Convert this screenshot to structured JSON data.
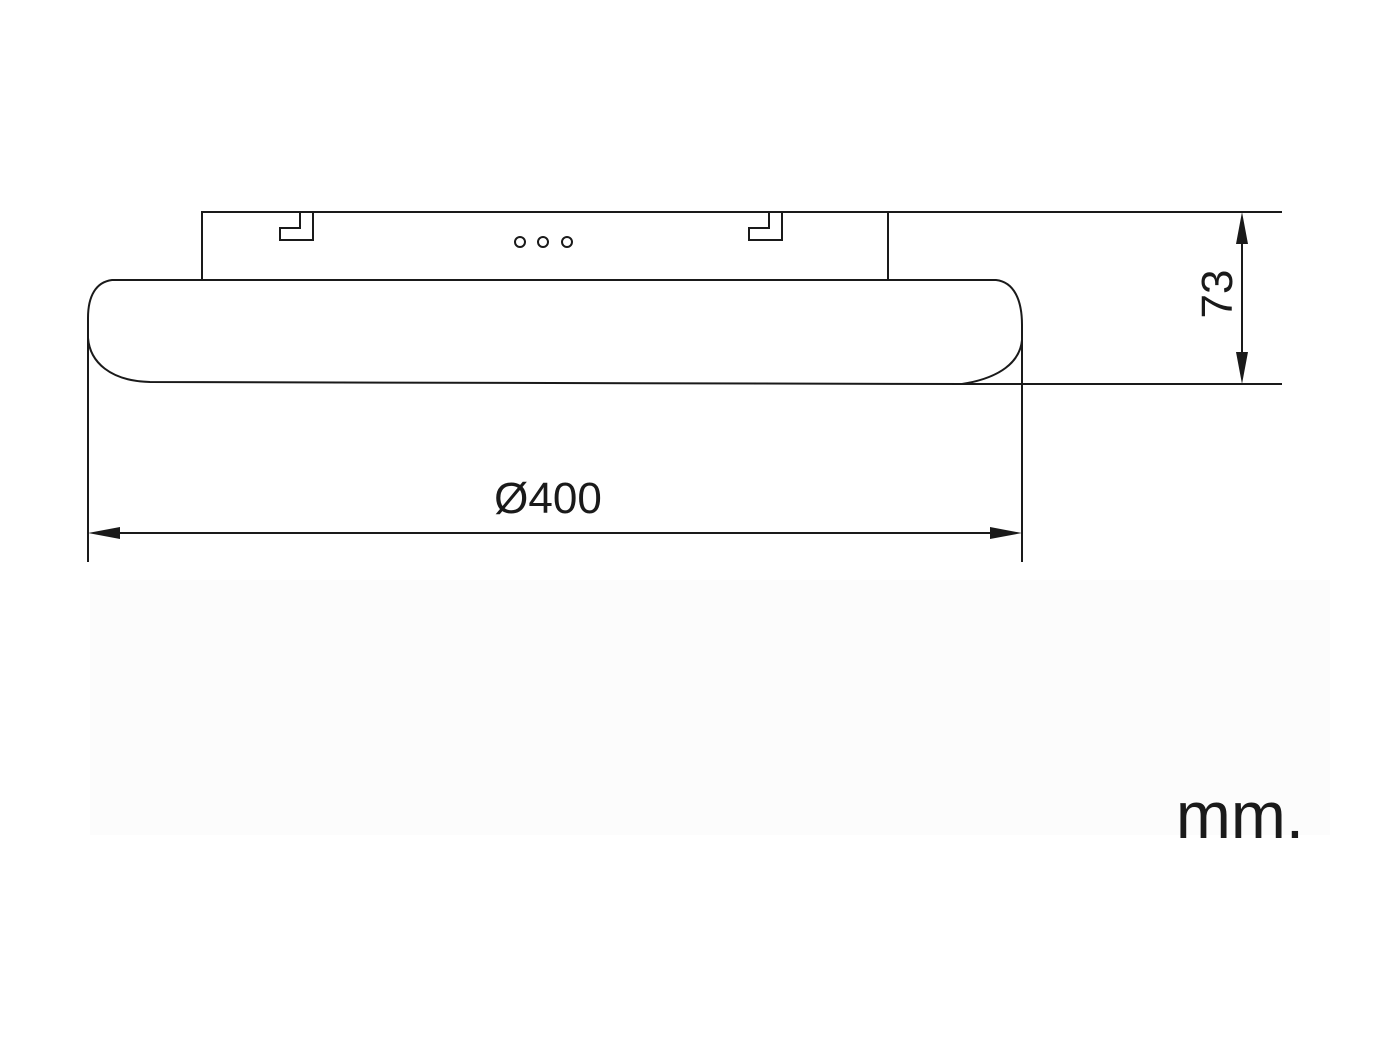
{
  "diagram": {
    "dimensions": {
      "height": {
        "label": "73"
      },
      "diameter": {
        "label": "Ø400"
      }
    },
    "unit_label": "mm.",
    "colors": {
      "line": "#1a1a1a",
      "background": "#ffffff"
    }
  }
}
